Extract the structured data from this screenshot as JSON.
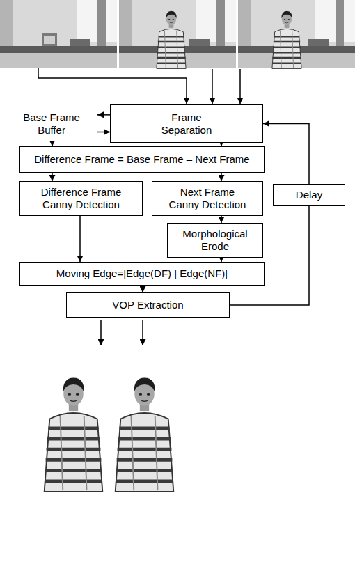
{
  "diagram": {
    "nodes": [
      {
        "text": [
          "Base Frame Buffer"
        ]
      },
      {
        "text": [
          "Frame Separation"
        ]
      },
      {
        "text": [
          "Difference Frame = Base Frame – Next Frame"
        ]
      },
      {
        "text": [
          "Difference Frame Canny Detection"
        ]
      },
      {
        "text": [
          "Next Frame Canny Detection"
        ]
      },
      {
        "text": [
          "Morphological Erode"
        ]
      },
      {
        "text": [
          "Moving Edge=|Edge(DF) | Edge(NF)|"
        ]
      },
      {
        "text": [
          "VOP Extraction"
        ]
      },
      {
        "text": [
          "Delay"
        ]
      }
    ],
    "edges": [
      {
        "from": 1,
        "to": 0,
        "arrow": "to"
      },
      {
        "from": 0,
        "to": 1,
        "arrow": "to"
      },
      {
        "from": 0,
        "to": 2,
        "arrow": "to"
      },
      {
        "from": 1,
        "to": 2,
        "arrow": "to"
      },
      {
        "from": 2,
        "to": 3,
        "arrow": "to"
      },
      {
        "from": 2,
        "to": 4,
        "arrow": "to"
      },
      {
        "from": 4,
        "to": 5,
        "arrow": "to"
      },
      {
        "from": 3,
        "to": 6,
        "arrow": "to"
      },
      {
        "from": 5,
        "to": 6,
        "arrow": "to"
      },
      {
        "from": 6,
        "to": 7,
        "arrow": "to"
      },
      {
        "from": 7,
        "to": 8,
        "arrow": "none"
      },
      {
        "from": 8,
        "to": 1,
        "arrow": "to"
      }
    ]
  }
}
